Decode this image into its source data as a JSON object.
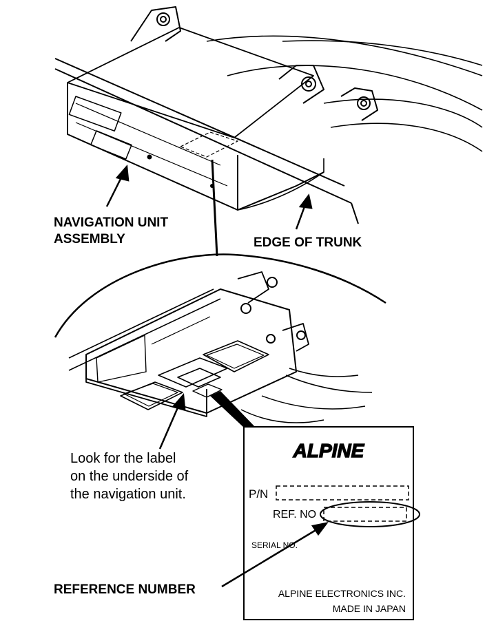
{
  "callouts": {
    "nav_unit_line1": "NAVIGATION UNIT",
    "nav_unit_line2": "ASSEMBLY",
    "edge_of_trunk": "EDGE OF TRUNK",
    "reference_number": "REFERENCE NUMBER"
  },
  "instruction": {
    "line1": "Look for the label",
    "line2": "on the underside of",
    "line3": "the navigation unit."
  },
  "label_card": {
    "brand": "ALPINE",
    "pn_label": "P/N",
    "ref_label": "REF. NO",
    "serial_label": "SERIAL NO.",
    "maker": "ALPINE ELECTRONICS INC.",
    "origin": "MADE IN JAPAN"
  }
}
